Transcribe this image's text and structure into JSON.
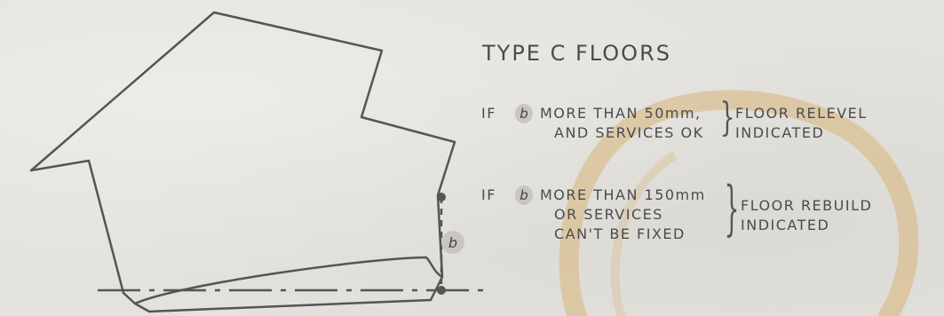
{
  "diagram": {
    "marker_label": "b"
  },
  "heading": "TYPE C FLOORS",
  "rules": [
    {
      "if": "IF",
      "badge": "b",
      "condition_lines": [
        "MORE THAN 50mm,",
        "AND SERVICES OK"
      ],
      "result_lines": [
        "FLOOR RELEVEL",
        "INDICATED"
      ]
    },
    {
      "if": "IF",
      "badge": "b",
      "condition_lines": [
        "MORE THAN 150mm",
        "OR SERVICES",
        "CAN'T BE FIXED"
      ],
      "result_lines": [
        "FLOOR REBUILD",
        "INDICATED"
      ]
    }
  ],
  "colors": {
    "ink": "#4a4a4a",
    "coffee_ring": "#d8b47a",
    "badge_fill": "#c9c6c0"
  }
}
